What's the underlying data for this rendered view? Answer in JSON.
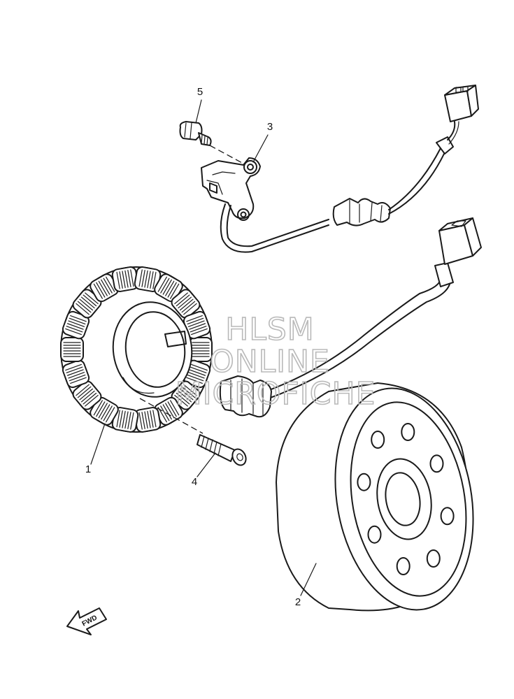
{
  "callouts": {
    "stator": "1",
    "rotor": "2",
    "pickup_coil": "3",
    "stator_bolt": "4",
    "pickup_bolt": "5"
  },
  "watermark": {
    "line1": "HLSM",
    "line2": "ONLINE",
    "line3": "MICROFICHE"
  },
  "fwd_label": "FWD",
  "colors": {
    "line": "#1a1a1a",
    "watermark": "#b9b9b9",
    "background": "#ffffff"
  }
}
